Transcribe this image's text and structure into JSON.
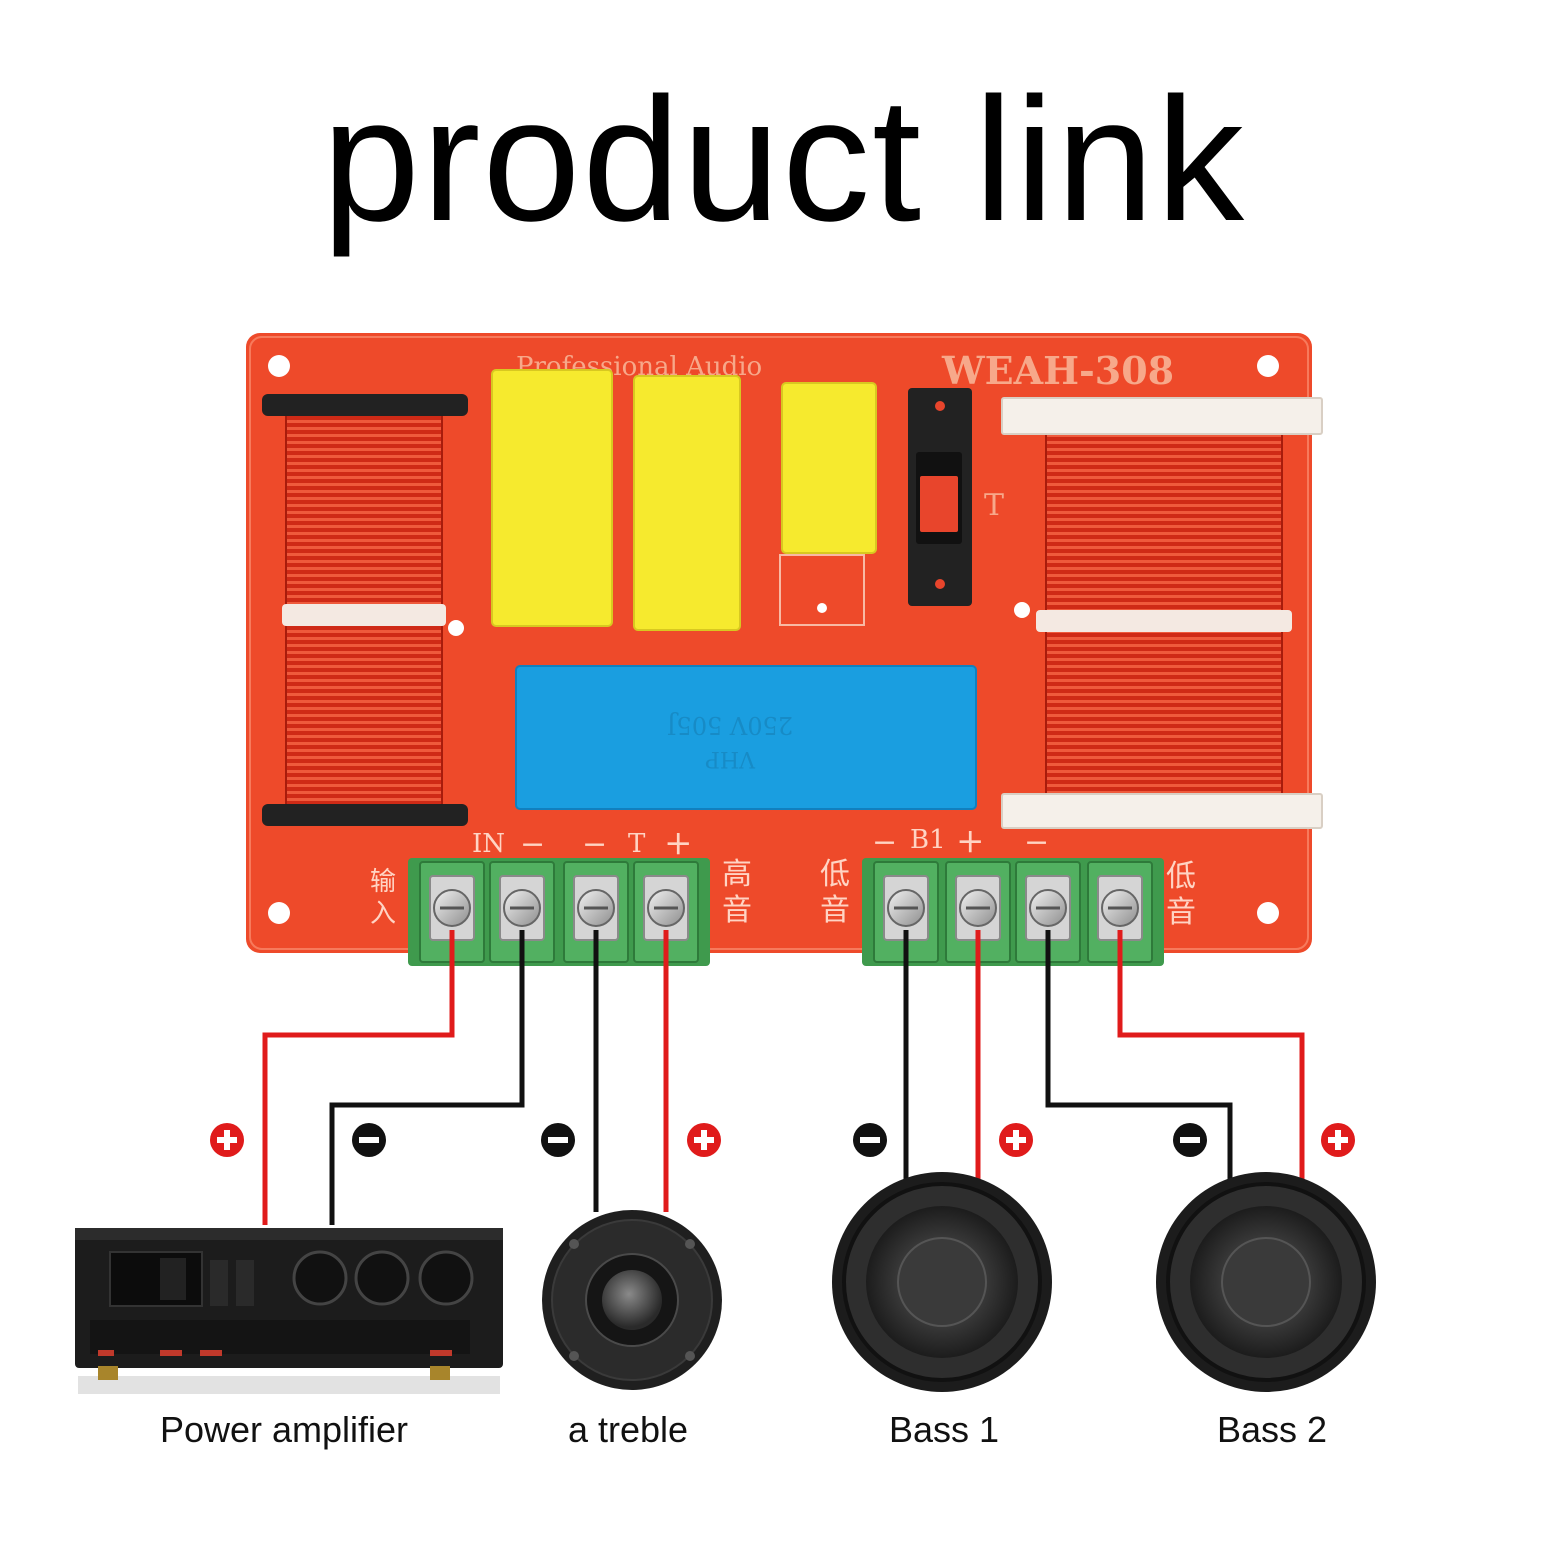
{
  "title": "product link",
  "board": {
    "top_label": "Professional Audio",
    "model": "WEAH-308",
    "switch_label": "T",
    "cap_text": [
      "250V 505J",
      "VHP"
    ],
    "terminal_labels": {
      "in": "IN",
      "t": "T",
      "b1": "B1",
      "minus": "−",
      "plus": "+"
    },
    "cjk": {
      "input": [
        "输",
        "入"
      ],
      "treble": [
        "高",
        "音"
      ],
      "bass_left": [
        "低",
        "音"
      ],
      "bass_right": [
        "低",
        "音"
      ]
    }
  },
  "connections": [
    {
      "polarity": "+",
      "color": "#e01b1b"
    },
    {
      "polarity": "−",
      "color": "#111111"
    },
    {
      "polarity": "−",
      "color": "#111111"
    },
    {
      "polarity": "+",
      "color": "#e01b1b"
    },
    {
      "polarity": "−",
      "color": "#111111"
    },
    {
      "polarity": "+",
      "color": "#e01b1b"
    },
    {
      "polarity": "−",
      "color": "#111111"
    },
    {
      "polarity": "+",
      "color": "#e01b1b"
    }
  ],
  "devices": {
    "amplifier": "Power amplifier",
    "tweeter": "a treble",
    "bass1": "Bass 1",
    "bass2": "Bass 2"
  },
  "colors": {
    "board": "#ee4a2a",
    "coil": "#d8321c",
    "cap_yellow": "#f6ea2e",
    "cap_blue": "#1a9ee0",
    "terminal_green": "#3f9a4d",
    "wire_red": "#e01b1b",
    "wire_black": "#111111"
  }
}
